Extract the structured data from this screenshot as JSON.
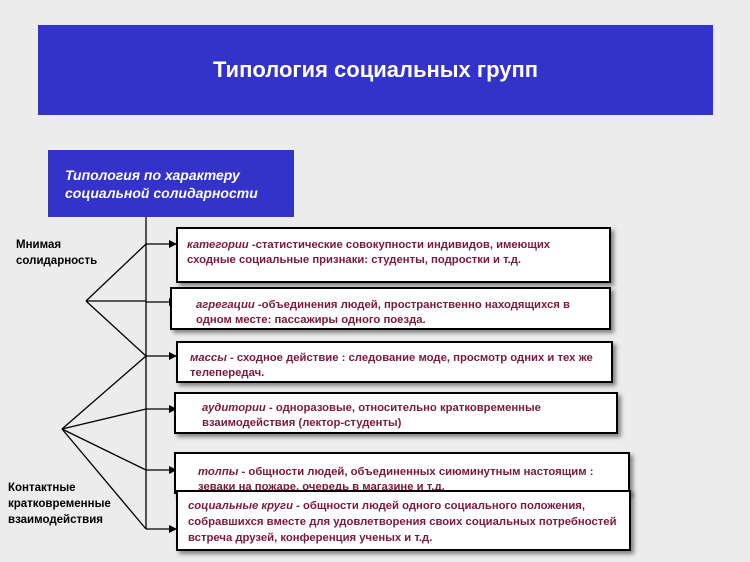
{
  "title": "Типология социальных групп",
  "subheader": {
    "line1": "Типология по характеру",
    "line2": "социальной солидарности"
  },
  "left_labels": {
    "imaginary": [
      "Мнимая",
      "солидарность"
    ],
    "contact": [
      "Контактные",
      "кратковременные",
      "взаимодействия"
    ]
  },
  "items": [
    {
      "term": "категории",
      "text": "  -статистические  совокупности  индивидов, имеющих сходные социальные признаки: студенты, подростки и т.д."
    },
    {
      "term": "агрегации",
      "text": "  -объединения людей, пространственно  находящихся в одном месте: пассажиры  одного поезда."
    },
    {
      "term": "массы",
      "text": "  - сходное действие  : следование моде, просмотр одних и тех же телепередач."
    },
    {
      "term": "аудитории",
      "text": "  - одноразовые,  относительно  кратковременные взаимодействия  (лектор-студенты)"
    },
    {
      "term": "толпы",
      "text": " - общности людей, объединенных  сиюминутным настоящим  : зеваки на пожаре,  очередь в магазине  и т.д."
    },
    {
      "term": "социальные круги",
      "text": " - общности людей одного социального положения, собравшихся вместе для удовлетворения своих социальных потребностей встреча друзей, конференция ученых и т.д."
    }
  ]
}
